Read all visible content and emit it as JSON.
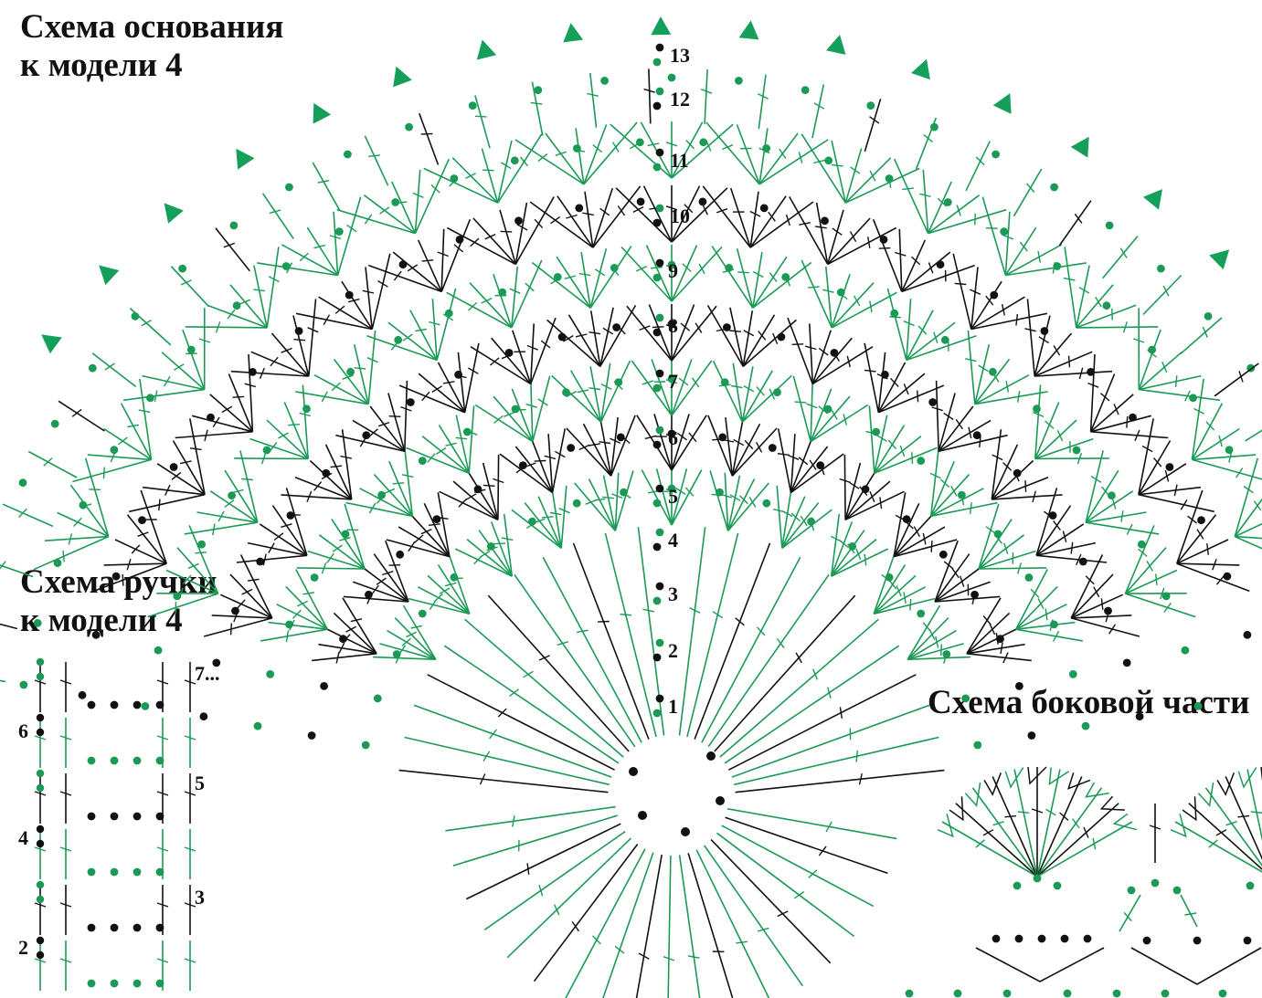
{
  "titles": {
    "base_line1": "Схема основания",
    "base_line2": "к модели 4",
    "handle_line1": "Схема ручки",
    "handle_line2": "к модели 4",
    "side": "Схема боковой части"
  },
  "base_rows": [
    "1",
    "2",
    "3",
    "4",
    "5",
    "6",
    "7",
    "8",
    "9",
    "10",
    "11",
    "12",
    "13"
  ],
  "handle_rows": [
    "2",
    "3",
    "4",
    "5",
    "6",
    "7..."
  ],
  "colors": {
    "green": "#1a9a55",
    "black": "#111111",
    "triangle": "#14a05a"
  },
  "icons": [
    "chain-dot-icon",
    "double-crochet-icon",
    "shell-fan-icon",
    "picot-triangle-icon"
  ]
}
